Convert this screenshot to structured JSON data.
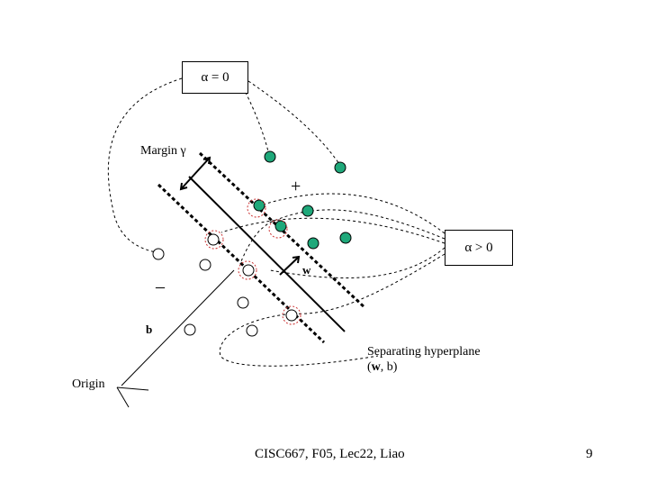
{
  "alpha_zero_label": "α = 0",
  "alpha_pos_label": "α > 0",
  "margin_label": "Margin γ",
  "plus_label": "+",
  "minus_label": "–",
  "w_label": "w",
  "b_label": "b",
  "origin_label": "Origin",
  "hyperplane_line1": "Separating hyperplane",
  "hyperplane_line2_bold": "w",
  "hyperplane_line2_rest": ", b)",
  "hyperplane_line2_open": "(",
  "footer": "CISC667, F05, Lec22, Liao",
  "page_number": "9",
  "colors": {
    "positive_fill": "#1fa87a",
    "support_vector_stroke": "#cc3333"
  }
}
